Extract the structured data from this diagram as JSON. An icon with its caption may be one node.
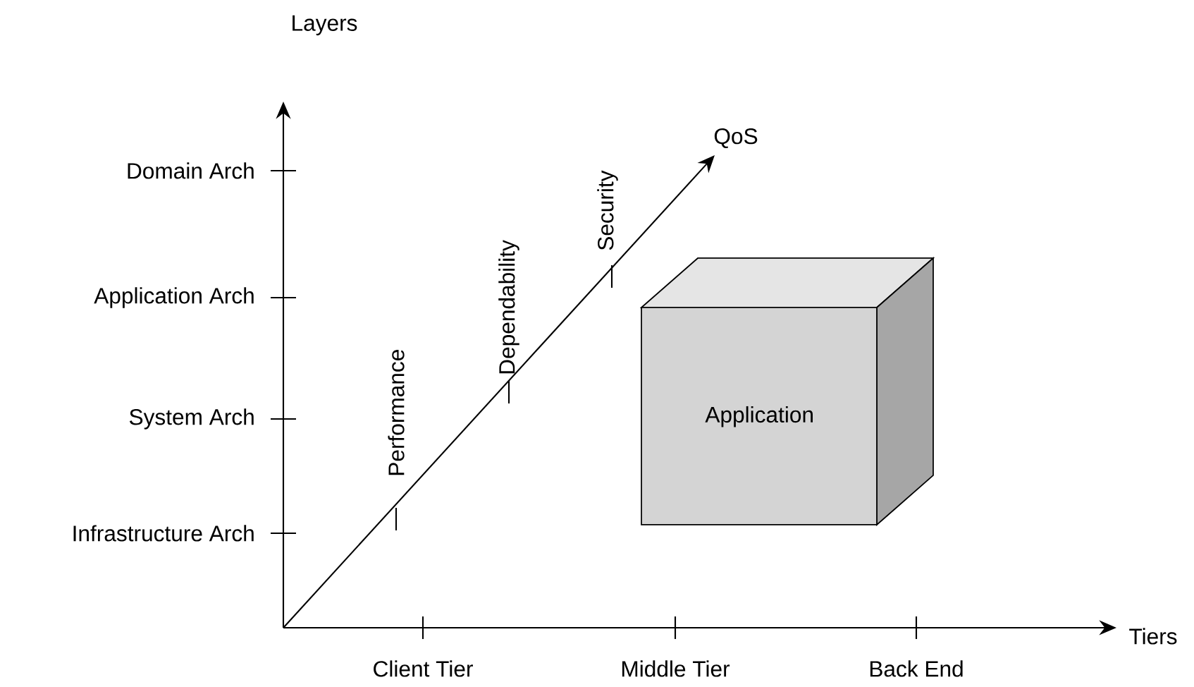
{
  "diagram": {
    "nodes": [
      {
        "text": [
          "Application"
        ]
      }
    ],
    "labels": [
      "Layers",
      "Domain Arch",
      "Application Arch",
      "System Arch",
      "Infrastructure Arch",
      "QoS",
      "Performance",
      "Dependability",
      "Security",
      "Tiers",
      "Client Tier",
      "Middle Tier",
      "Back End"
    ]
  }
}
